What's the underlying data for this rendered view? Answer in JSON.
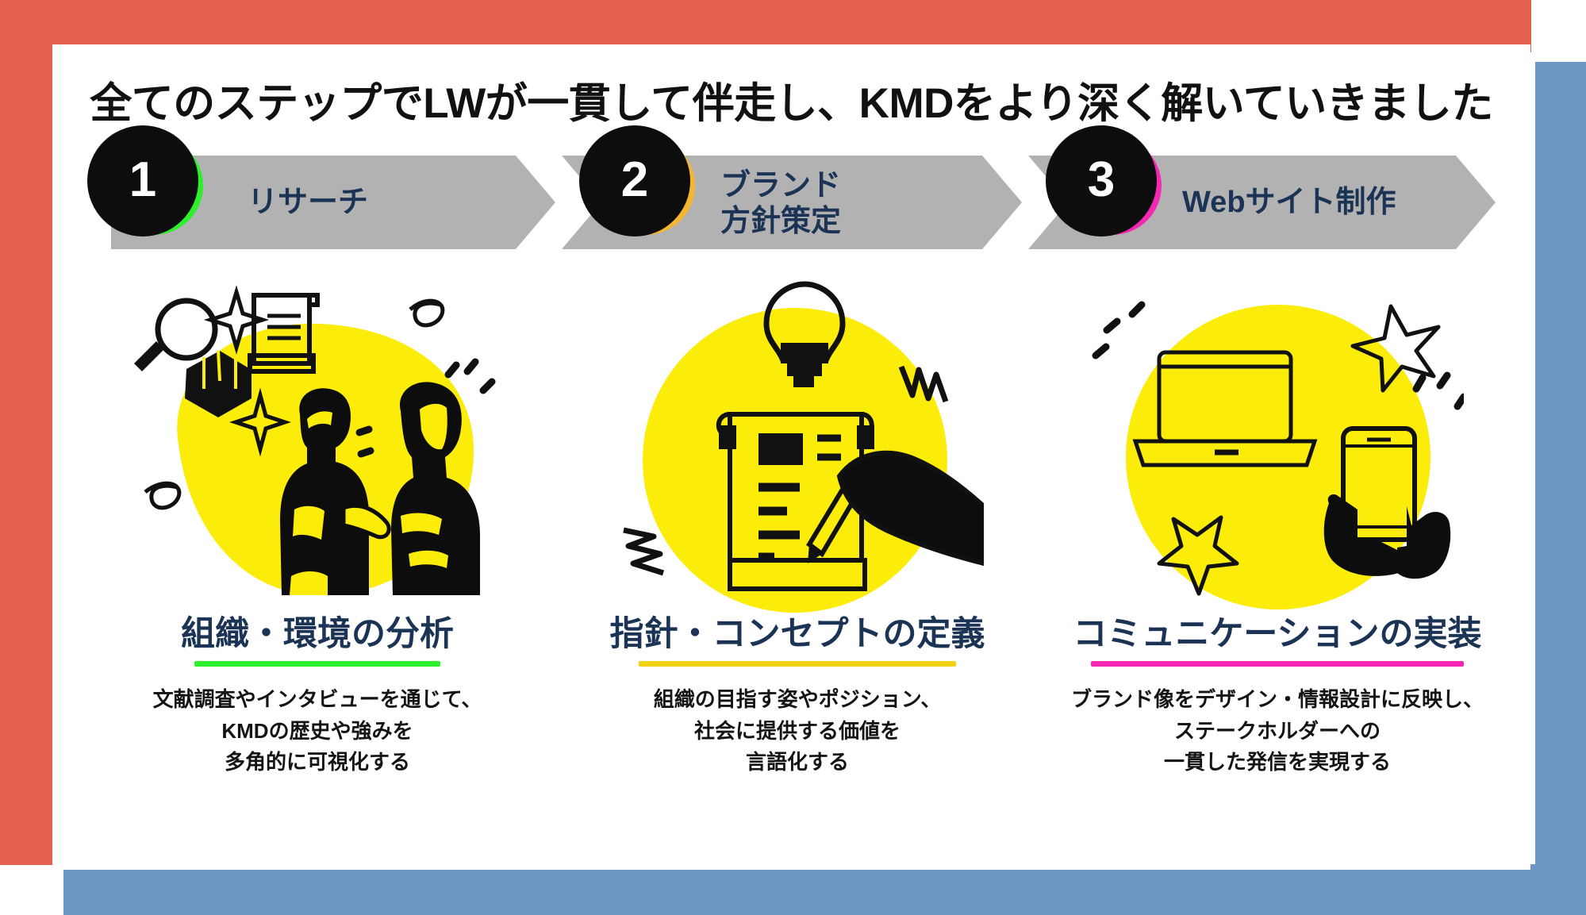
{
  "colors": {
    "frame_red": "#e4604f",
    "frame_blue": "#6c96c4",
    "chevron_grey": "#b2b2b2",
    "navy_text": "#1b3455",
    "yellow_blob": "#fcec09",
    "step1_accent": "#2bf02b",
    "step2_accent": "#f5b731",
    "step3_accent": "#f528b4",
    "ink": "#111111"
  },
  "header": {
    "title": "全てのステップでLWが一貫して伴走し、KMDをより深く解いていきました"
  },
  "steps": [
    {
      "number": "1",
      "label": "リサーチ",
      "accent": "#2bf02b"
    },
    {
      "number": "2",
      "label": "ブランド\n方針策定",
      "accent": "#f5b731"
    },
    {
      "number": "3",
      "label": "Webサイト制作",
      "accent": "#f528b4"
    }
  ],
  "columns": [
    {
      "illustration": "research-illustration",
      "heading": "組織・環境の分析",
      "underline_color": "#2bf02b",
      "body": "文献調査やインタビューを通じて、\nKMDの歴史や強みを\n多角的に可視化する"
    },
    {
      "illustration": "concept-writing-illustration",
      "heading": "指針・コンセプトの定義",
      "underline_color": "#f2d217",
      "body": "組織の目指す姿やポジション、\n社会に提供する価値を\n言語化する"
    },
    {
      "illustration": "devices-implementation-illustration",
      "heading": "コミュニケーションの実装",
      "underline_color": "#f528b4",
      "body": "ブランド像をデザイン・情報設計に反映し、\nステークホルダーへの\n一貫した発信を実現する"
    }
  ]
}
